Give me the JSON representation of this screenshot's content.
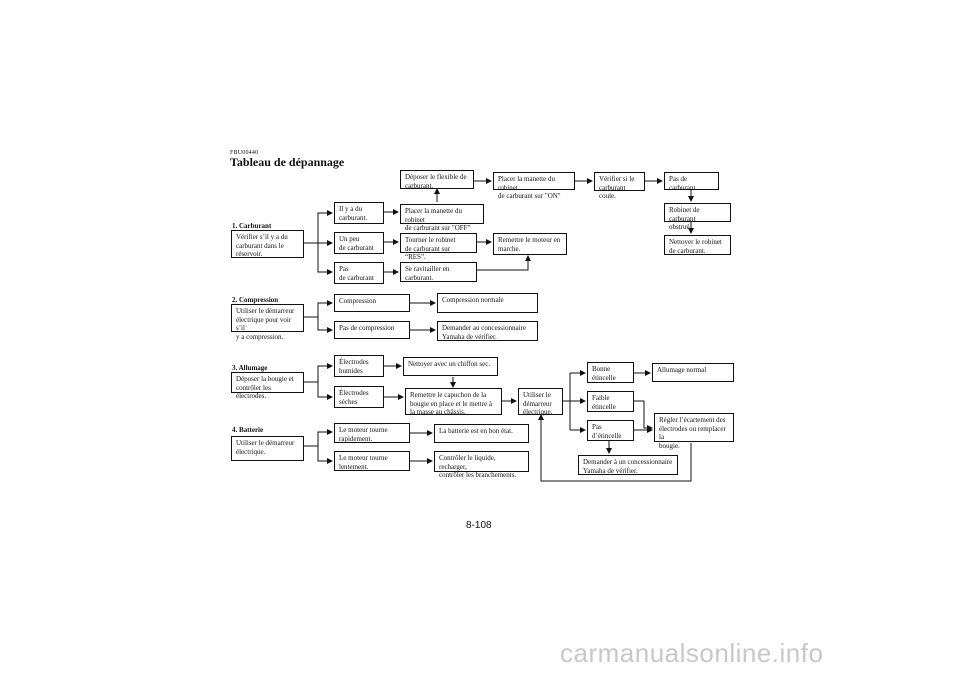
{
  "doc_code": "FBU00440",
  "title": "Tableau de dépannage",
  "sections": {
    "s1": "1. Carburant",
    "s2": "2. Compression",
    "s3": "3. Allumage",
    "s4": "4. Batterie"
  },
  "boxes": {
    "b1_check": "Vérifier s’il y a du\ncarburant dans le\nréservoir.",
    "b1_some": "Il y a du\ncarburant.",
    "b1_little": "Un peu\nde carburant",
    "b1_none": "Pas\nde carburant",
    "b1_remove_hose": "Déposer le flexible de\ncarburant.",
    "b1_off": "Placer la manette du robinet\nde carburant sur \"OFF\"",
    "b1_res": "Tourner le robinet\nde carburant sur “RES”.",
    "b1_refuel": "Se ravitailler en\ncarburant.",
    "b1_on": "Placer la manette du robinet\nde carburant sur \"ON\"",
    "b1_restart": "Remettre le moteur en\nmarche.",
    "b1_flow": "Vérifier si le\ncarburant coule.",
    "b1_nofuel": "Pas de carburant",
    "b1_clogged": "Robinet de carburant\nobstrué",
    "b1_clean": "Nettoyer le robinet\nde carburant.",
    "b2_check": "Utiliser le démarreur\nélectrique pour voir s’il\ny a compression.",
    "b2_comp": "Compression",
    "b2_nocomp": "Pas de compression",
    "b2_normal": "Compression normale",
    "b2_dealer": "Demander au concessionnaire\nYamaha de vérifier.",
    "b3_check": "Déposer la bougie et\ncontrôler les électrodes.",
    "b3_wet": "Électrodes\nhumides",
    "b3_dry": "Électrodes\nsèches",
    "b3_wipe": "Nettoyer avec un chiffon sec.",
    "b3_refit": "Remettre le capuchon de la\nbougie en place et le mettre à\nla masse au châssis.",
    "b3_starter": "Utiliser le\ndémarreur\nélectrique.",
    "b3_good": "Bonne\nétincelle",
    "b3_weak": "Faible\nétincelle",
    "b3_nospark": "Pas\nd’étincelle",
    "b3_normal": "Allumage normal",
    "b3_adjust": "Régler l’écartement des\nélectrodes ou remplacer la\nbougie.",
    "b3_dealer": "Demander à un concessionnaire\nYamaha de vérifier.",
    "b4_check": "Utiliser le démarreur\nélectrique.",
    "b4_fast": "Le moteur tourne\nrapidement.",
    "b4_slow": "Le moteur tourne\nlentement.",
    "b4_good": "La batterie est en bon état.",
    "b4_inspect": "Contrôler le liquide, recharger,\ncontrôler les branchements."
  },
  "page_number": "8-108",
  "watermark": "carmanualsonline.info"
}
